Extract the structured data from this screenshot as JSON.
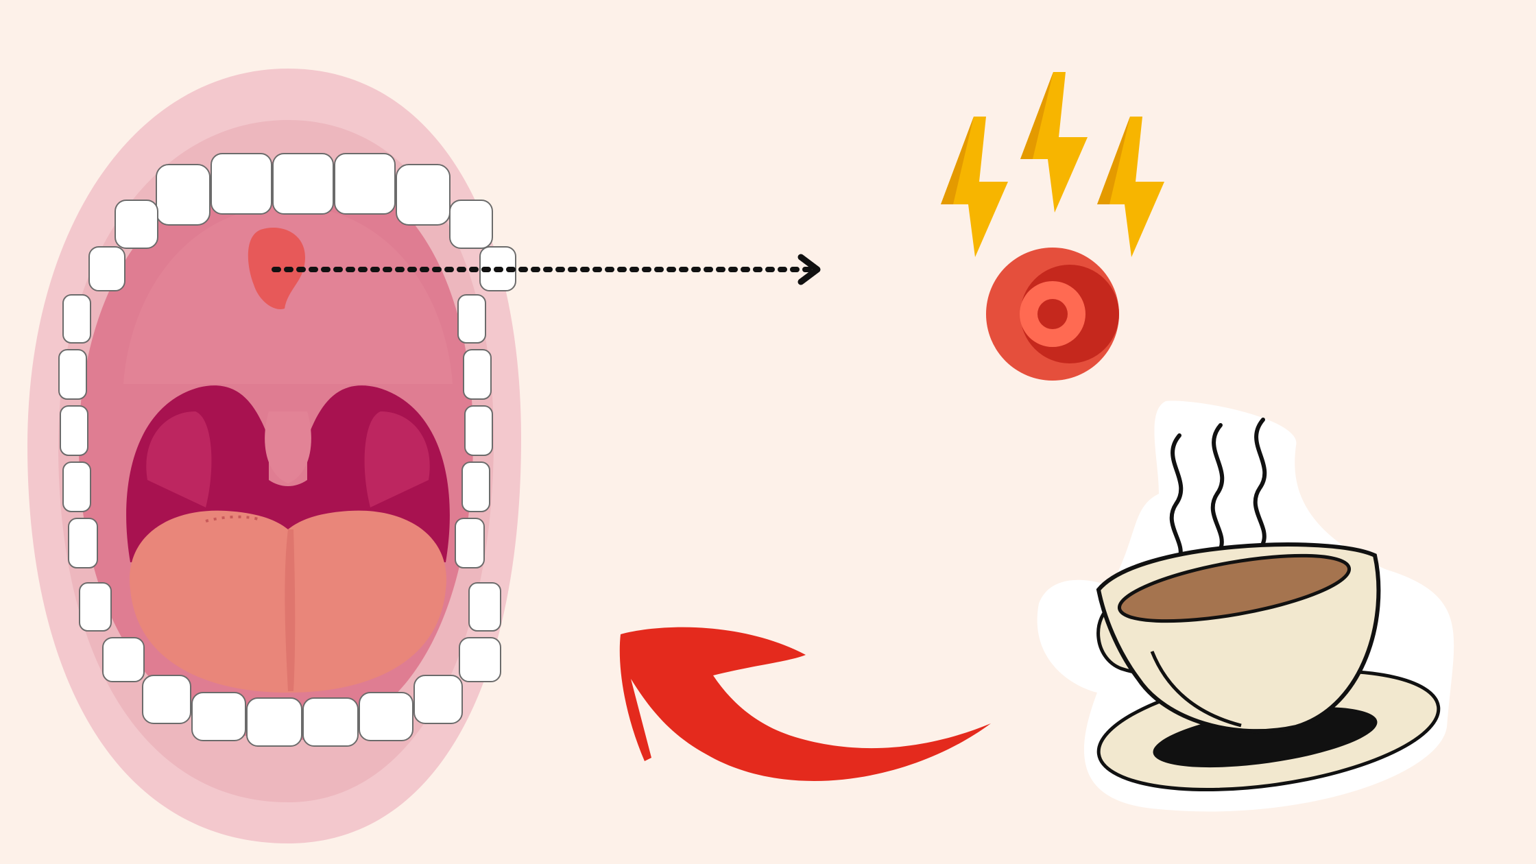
{
  "colors": {
    "background": "#fdf1e9",
    "lip": "#f3c8cd",
    "lip_shadow": "#e7a9b2",
    "mouth_cavity": "#df7d92",
    "palate": "#e28396",
    "throat": "#a81250",
    "tonsil": "#c42e66",
    "tongue": "#e9867a",
    "tongue_dark": "#d86c66",
    "tooth": "#ffffff",
    "tooth_outline": "#6b6b6b",
    "burn_spot": "#e8524f",
    "pointer_arrow": "#111111",
    "lightning": "#f7b500",
    "lightning_shade": "#e49a00",
    "burn_icon_outer": "#e54f3c",
    "burn_icon_ring": "#c5281d",
    "burn_icon_inner": "#ff6a52",
    "curved_arrow": "#e42a1d",
    "cup_fill": "#f2e8cf",
    "coffee": "#a5744f",
    "saucer_shadow": "#111111",
    "steam": "#111111"
  },
  "icons": {
    "mouth": "open-mouth-illustration",
    "burn_spot": "palate-burn-spot",
    "pointer": "dotted-arrow-right",
    "burn_symbol": "lightning-burn-icon",
    "drink": "hot-coffee-cup-icon",
    "flow": "curved-arrow-left"
  }
}
